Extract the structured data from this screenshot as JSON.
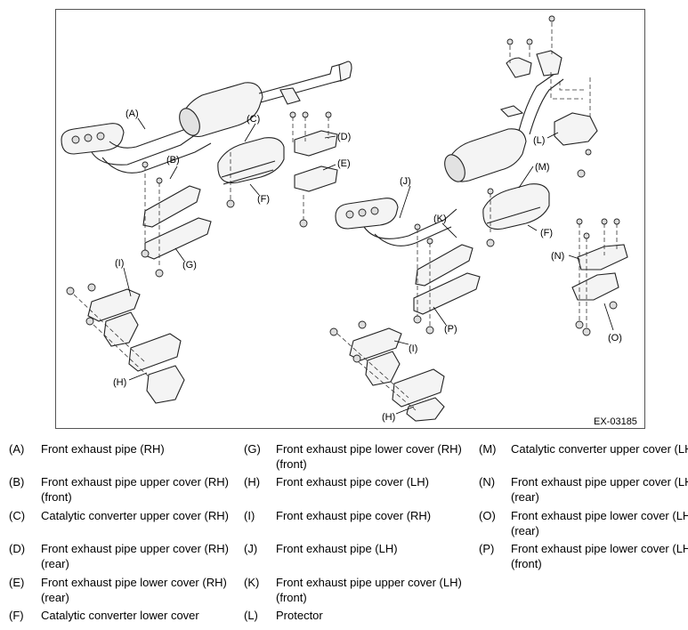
{
  "figure": {
    "code": "EX-03185",
    "labels": [
      {
        "key": "A",
        "text": "(A)"
      },
      {
        "key": "B",
        "text": "(B)"
      },
      {
        "key": "C",
        "text": "(C)"
      },
      {
        "key": "D",
        "text": "(D)"
      },
      {
        "key": "E",
        "text": "(E)"
      },
      {
        "key": "F1",
        "text": "(F)"
      },
      {
        "key": "G",
        "text": "(G)"
      },
      {
        "key": "I1",
        "text": "(I)"
      },
      {
        "key": "H1",
        "text": "(H)"
      },
      {
        "key": "J",
        "text": "(J)"
      },
      {
        "key": "K",
        "text": "(K)"
      },
      {
        "key": "M",
        "text": "(M)"
      },
      {
        "key": "F2",
        "text": "(F)"
      },
      {
        "key": "L",
        "text": "(L)"
      },
      {
        "key": "N",
        "text": "(N)"
      },
      {
        "key": "O",
        "text": "(O)"
      },
      {
        "key": "P",
        "text": "(P)"
      },
      {
        "key": "I2",
        "text": "(I)"
      },
      {
        "key": "H2",
        "text": "(H)"
      }
    ]
  },
  "legend": [
    {
      "key": "(A)",
      "text": "Front exhaust pipe (RH)"
    },
    {
      "key": "(B)",
      "text": "Front exhaust pipe upper cover (RH) (front)"
    },
    {
      "key": "(C)",
      "text": "Catalytic converter upper cover (RH)"
    },
    {
      "key": "(D)",
      "text": "Front exhaust pipe upper cover (RH) (rear)"
    },
    {
      "key": "(E)",
      "text": "Front exhaust pipe lower cover (RH) (rear)"
    },
    {
      "key": "(F)",
      "text": "Catalytic converter lower cover"
    },
    {
      "key": "(G)",
      "text": "Front exhaust pipe lower cover (RH) (front)"
    },
    {
      "key": "(H)",
      "text": "Front exhaust pipe cover (LH)"
    },
    {
      "key": "(I)",
      "text": "Front exhaust pipe cover (RH)"
    },
    {
      "key": "(J)",
      "text": "Front exhaust pipe (LH)"
    },
    {
      "key": "(K)",
      "text": "Front exhaust pipe upper cover (LH) (front)"
    },
    {
      "key": "(L)",
      "text": "Protector"
    },
    {
      "key": "(M)",
      "text": "Catalytic converter upper cover (LH)"
    },
    {
      "key": "(N)",
      "text": "Front exhaust pipe upper cover (LH) (rear)"
    },
    {
      "key": "(O)",
      "text": "Front exhaust pipe lower cover (LH) (rear)"
    },
    {
      "key": "(P)",
      "text": "Front exhaust pipe lower cover (LH) (front)"
    }
  ]
}
